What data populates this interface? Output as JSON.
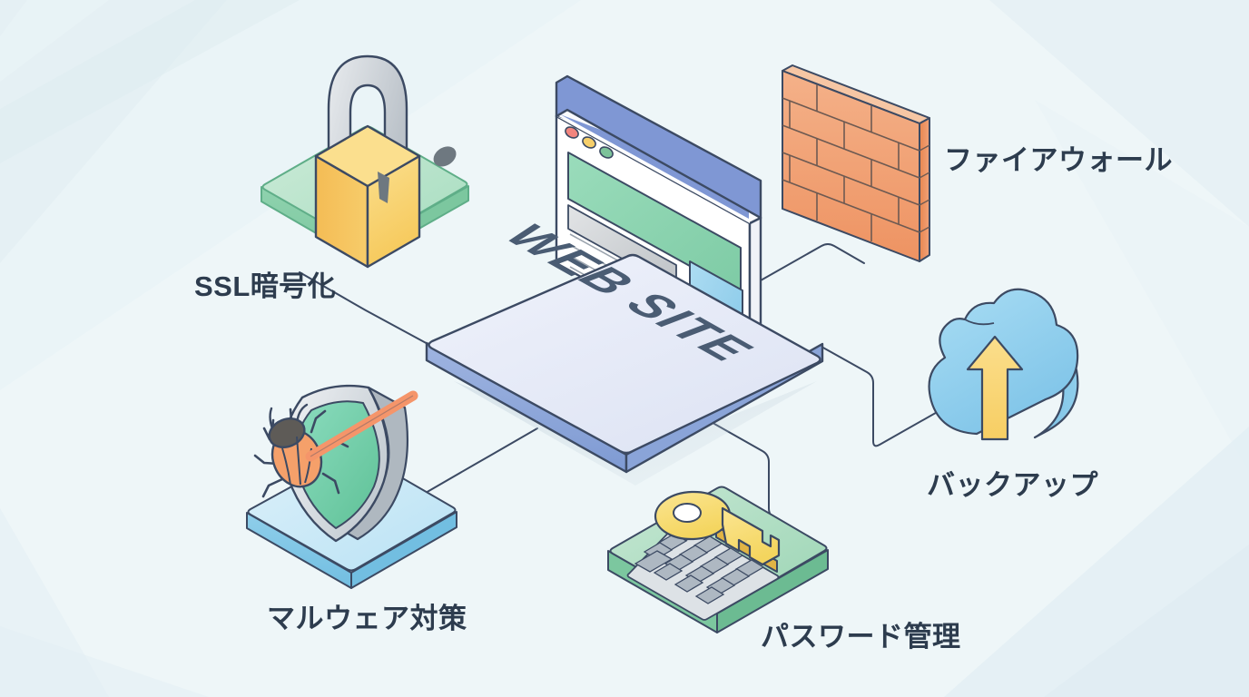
{
  "diagram": {
    "title": "WEB SITE",
    "center": {
      "platform_label": "WEB SITE",
      "icon": "browser-window-icon",
      "colors": {
        "slab_top": "#E6EAF7",
        "slab_side": "#8AA4D8",
        "outline": "#3C4A63",
        "titlebar": "#7F97D4"
      }
    },
    "nodes": [
      {
        "id": "ssl",
        "label": "SSL暗号化",
        "icon": "padlock-icon",
        "platform_color": "#B7E3CB",
        "accent_color": "#F6C95B"
      },
      {
        "id": "firewall",
        "label": "ファイアウォール",
        "icon": "brick-wall-icon",
        "platform_color": "none",
        "accent_color": "#EE8F5E"
      },
      {
        "id": "backup",
        "label": "バックアップ",
        "icon": "cloud-upload-icon",
        "platform_color": "none",
        "accent_color": "#7FC9EC"
      },
      {
        "id": "malware",
        "label": "マルウェア対策",
        "icon": "shield-bug-icon",
        "platform_color": "#CDE9F7",
        "accent_color": "#6DC9A4"
      },
      {
        "id": "password",
        "label": "パスワード管理",
        "icon": "keyboard-key-icon",
        "platform_color": "#A9D9BC",
        "accent_color": "#F4D55E"
      }
    ],
    "connectors": {
      "stroke": "#3C4A63",
      "width": 2,
      "links": [
        {
          "from": "center",
          "to": "ssl"
        },
        {
          "from": "center",
          "to": "firewall"
        },
        {
          "from": "center",
          "to": "backup"
        },
        {
          "from": "center",
          "to": "malware"
        },
        {
          "from": "center",
          "to": "password"
        }
      ]
    },
    "background": {
      "base": "#EEF6F8",
      "facets": [
        "#E4EFF3",
        "#E9F3F6",
        "#DFEDF2",
        "#F2F9FA"
      ]
    }
  }
}
